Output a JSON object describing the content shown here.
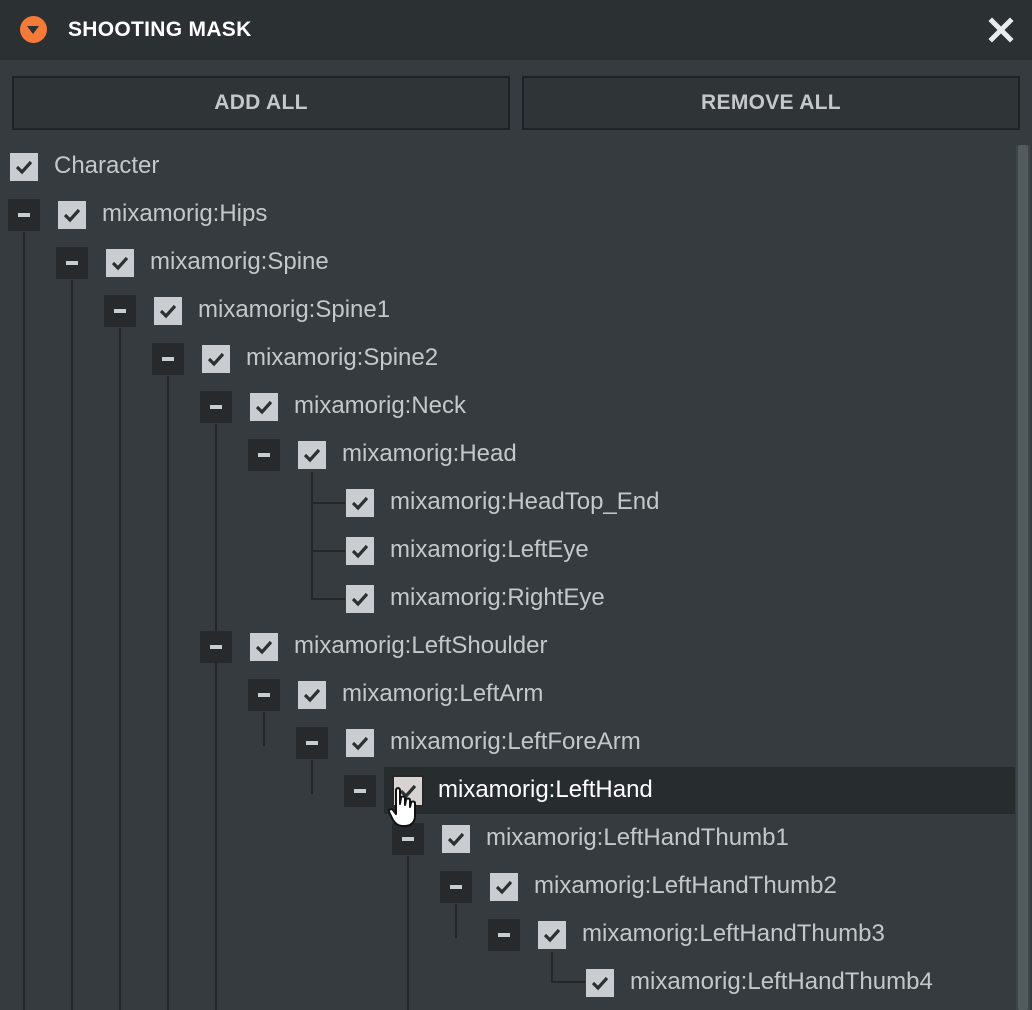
{
  "window": {
    "title": "SHOOTING MASK"
  },
  "actions": {
    "add_all": "ADD ALL",
    "remove_all": "REMOVE ALL"
  },
  "tree": {
    "items": [
      {
        "label": "Character",
        "checked": true,
        "expander": false
      },
      {
        "label": "mixamorig:Hips",
        "checked": true,
        "expander": true
      },
      {
        "label": "mixamorig:Spine",
        "checked": true,
        "expander": true
      },
      {
        "label": "mixamorig:Spine1",
        "checked": true,
        "expander": true
      },
      {
        "label": "mixamorig:Spine2",
        "checked": true,
        "expander": true
      },
      {
        "label": "mixamorig:Neck",
        "checked": true,
        "expander": true
      },
      {
        "label": "mixamorig:Head",
        "checked": true,
        "expander": true
      },
      {
        "label": "mixamorig:HeadTop_End",
        "checked": true,
        "expander": false
      },
      {
        "label": "mixamorig:LeftEye",
        "checked": true,
        "expander": false
      },
      {
        "label": "mixamorig:RightEye",
        "checked": true,
        "expander": false
      },
      {
        "label": "mixamorig:LeftShoulder",
        "checked": true,
        "expander": true
      },
      {
        "label": "mixamorig:LeftArm",
        "checked": true,
        "expander": true
      },
      {
        "label": "mixamorig:LeftForeArm",
        "checked": true,
        "expander": true
      },
      {
        "label": "mixamorig:LeftHand",
        "checked": true,
        "expander": true,
        "selected": true
      },
      {
        "label": "mixamorig:LeftHandThumb1",
        "checked": true,
        "expander": true
      },
      {
        "label": "mixamorig:LeftHandThumb2",
        "checked": true,
        "expander": true
      },
      {
        "label": "mixamorig:LeftHandThumb3",
        "checked": true,
        "expander": true
      },
      {
        "label": "mixamorig:LeftHandThumb4",
        "checked": true,
        "expander": false
      }
    ]
  },
  "colors": {
    "title_bar": "#2b3033",
    "panel_background": "#353b3e",
    "accent_icon": "#f47a3a",
    "checkbox_fill": "#c9cdcf",
    "selected_row": "#272c2f",
    "text": "#c4c8ca",
    "selected_text": "#ffffff"
  },
  "icons": {
    "title": "collapse-arrow-icon",
    "close": "close-icon",
    "checkbox": "checkmark-icon",
    "expander": "minus-icon",
    "cursor": "hand-pointer-icon"
  }
}
